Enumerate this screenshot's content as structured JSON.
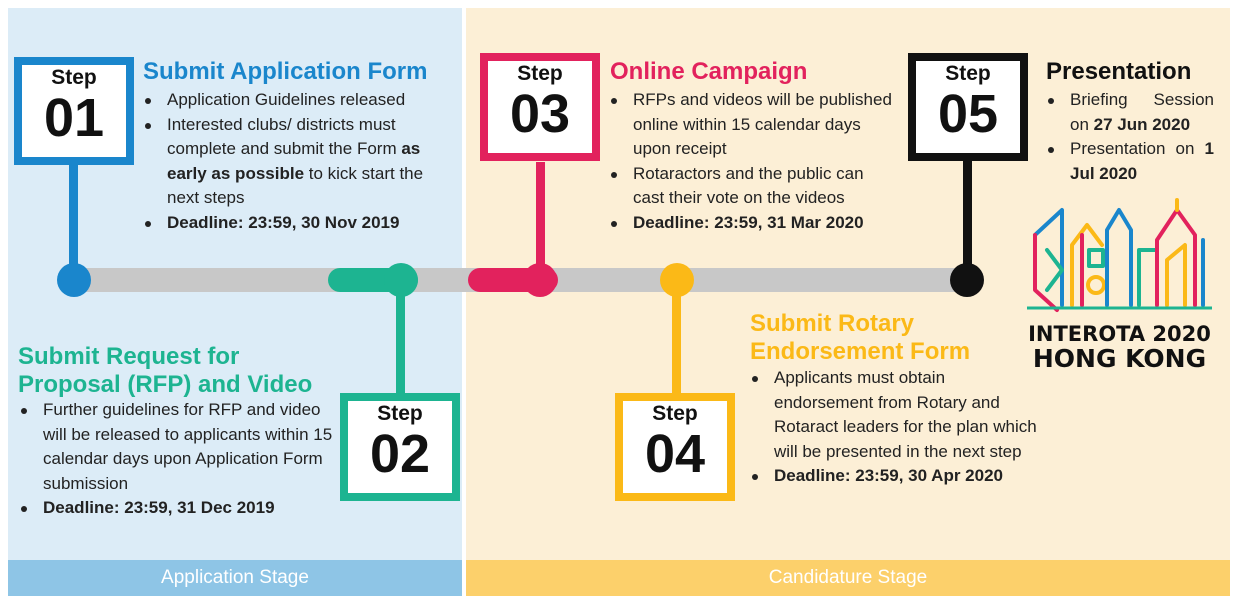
{
  "stages": {
    "application": "Application Stage",
    "candidature": "Candidature Stage"
  },
  "colors": {
    "step1": "#1a86cc",
    "step2": "#1db491",
    "step3": "#e2225d",
    "step4": "#fbb917",
    "step5": "#111111",
    "timeline": "#c8c8c8"
  },
  "steps": [
    {
      "label": "Step",
      "num": "01",
      "title": "Submit Application Form",
      "points": [
        {
          "parts": [
            {
              "t": "Application Guidelines released"
            }
          ]
        },
        {
          "parts": [
            {
              "t": "Interested clubs/ districts must complete and submit the Form "
            },
            {
              "t": "as early as possible",
              "b": true
            },
            {
              "t": " to kick start the next steps"
            }
          ]
        },
        {
          "parts": [
            {
              "t": "Deadline: 23:59, 30 Nov 2019",
              "b": true
            }
          ]
        }
      ]
    },
    {
      "label": "Step",
      "num": "02",
      "title_line1": "Submit Request for",
      "title_line2": "Proposal (RFP) and Video",
      "points": [
        {
          "parts": [
            {
              "t": "Further guidelines for RFP and video will be released to applicants within 15 calendar days upon Application Form submission"
            }
          ]
        },
        {
          "parts": [
            {
              "t": "Deadline: 23:59, 31 Dec 2019",
              "b": true
            }
          ]
        }
      ]
    },
    {
      "label": "Step",
      "num": "03",
      "title": "Online Campaign",
      "points": [
        {
          "parts": [
            {
              "t": "RFPs and videos will be published online within 15 calendar days upon receipt"
            }
          ]
        },
        {
          "parts": [
            {
              "t": "Rotaractors and the public can cast their vote on the videos"
            }
          ]
        },
        {
          "parts": [
            {
              "t": "Deadline: 23:59, 31 Mar 2020",
              "b": true
            }
          ]
        }
      ]
    },
    {
      "label": "Step",
      "num": "04",
      "title_line1": "Submit Rotary",
      "title_line2": "Endorsement Form",
      "points": [
        {
          "parts": [
            {
              "t": "Applicants must obtain endorsement from Rotary and Rotaract leaders for the plan which will be presented in the next step"
            }
          ]
        },
        {
          "parts": [
            {
              "t": "Deadline: 23:59, 30 Apr 2020",
              "b": true
            }
          ]
        }
      ]
    },
    {
      "label": "Step",
      "num": "05",
      "title": "Presentation",
      "points": [
        {
          "parts": [
            {
              "t": "Briefing Session on "
            },
            {
              "t": "27 Jun 2020",
              "b": true
            }
          ]
        },
        {
          "parts": [
            {
              "t": "Presentation on "
            },
            {
              "t": "1 Jul 2020",
              "b": true
            }
          ]
        }
      ]
    }
  ],
  "logo": {
    "line1": "INTEROTA 2020",
    "line2": "HONG KONG"
  }
}
